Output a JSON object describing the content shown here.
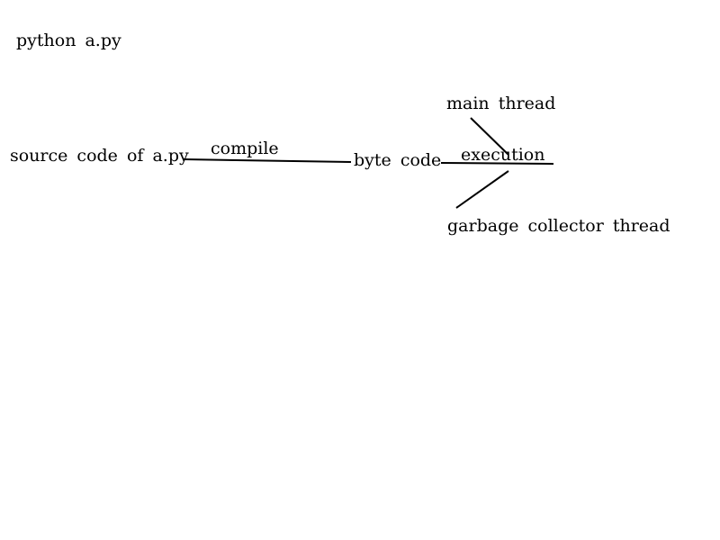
{
  "diagram": {
    "command": "python  a.py",
    "source": "source  code  of  a.py",
    "edge_label": "compile",
    "bytecode": "byte  code",
    "execution": "execution",
    "main_thread": "main  thread",
    "gc_thread": "garbage  collector  thread"
  }
}
